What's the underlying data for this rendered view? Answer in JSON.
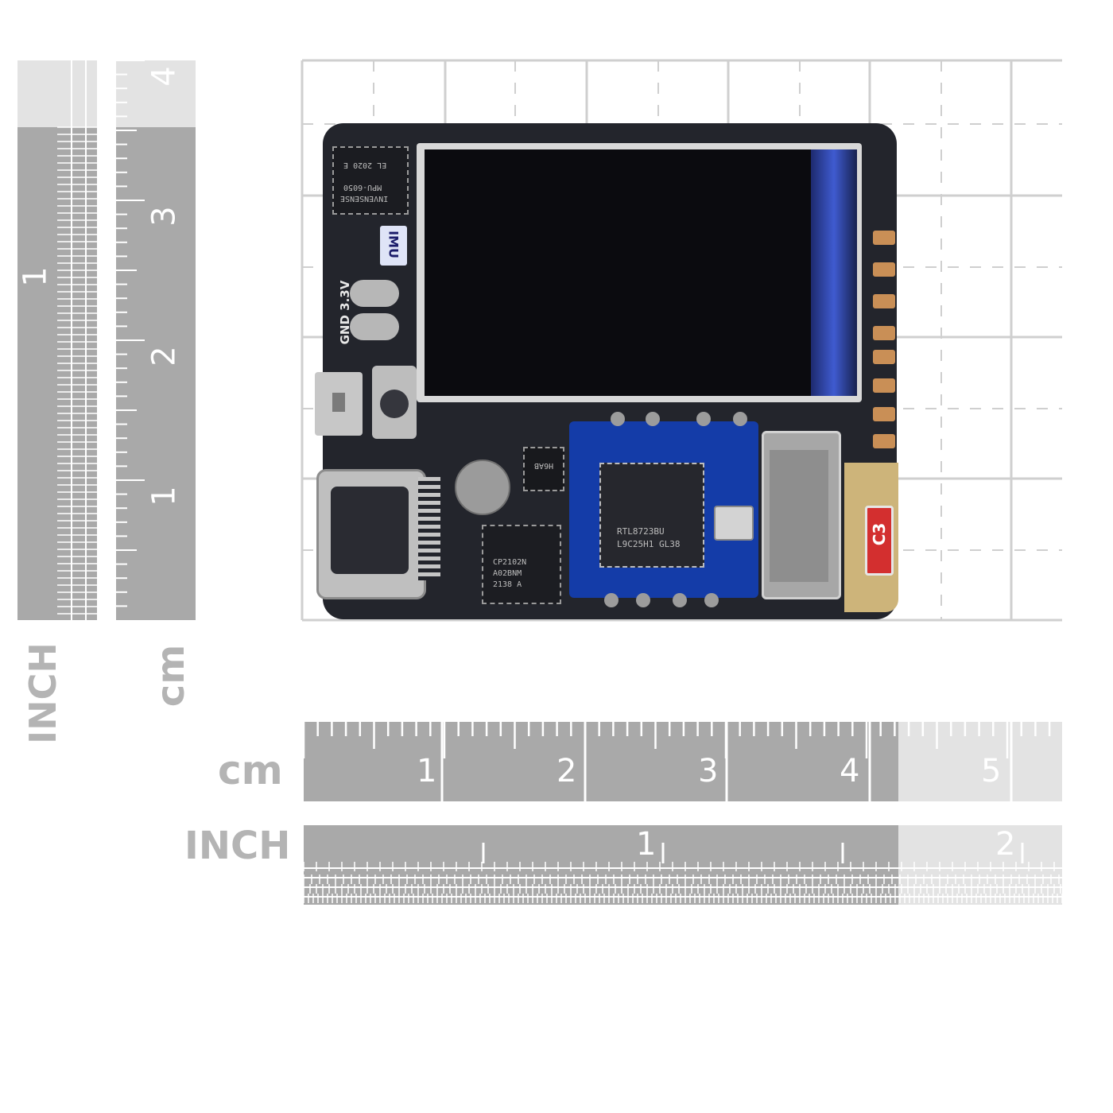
{
  "left_rulers": {
    "inch": {
      "unit_label": "INCH",
      "numbers": [
        "1"
      ]
    },
    "cm": {
      "unit_label": "cm",
      "numbers": [
        "4",
        "3",
        "2",
        "1"
      ]
    }
  },
  "bottom_rulers": {
    "cm": {
      "unit_label": "cm",
      "numbers": [
        "1",
        "2",
        "3",
        "4",
        "5"
      ]
    },
    "inch": {
      "unit_label": "INCH",
      "numbers": [
        "1",
        "2"
      ]
    }
  },
  "board": {
    "imu_label": "IMU",
    "power_label": "GND 3.3V",
    "antenna_label": "C3",
    "imu_chip": [
      "INVENSENSE",
      "MPU-6050",
      "EL 2020 E"
    ],
    "cp2102_chip": [
      "CP2102N",
      "A02BNM",
      "2138 A"
    ],
    "h6ab_chip": "H6AB",
    "rtl_chip": [
      "RTL8723BU",
      "L9C25H1 GL38"
    ]
  },
  "colors": {
    "ruler_dark": "#a9a9a9",
    "ruler_light": "#e3e3e3",
    "board": "#23252c",
    "wifi_module": "#143ca8"
  }
}
